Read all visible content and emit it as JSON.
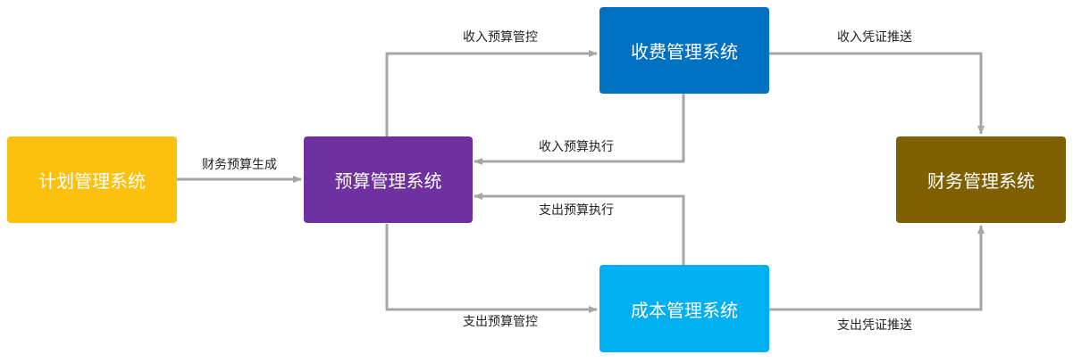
{
  "nodes": {
    "plan": {
      "label": "计划管理系统",
      "color": "#FCC10F"
    },
    "budget": {
      "label": "预算管理系统",
      "color": "#7031A0"
    },
    "fee": {
      "label": "收费管理系统",
      "color": "#0070C1"
    },
    "cost": {
      "label": "成本管理系统",
      "color": "#00B0F0"
    },
    "finance": {
      "label": "财务管理系统",
      "color": "#7F6000"
    }
  },
  "edges": {
    "plan_to_budget": "财务预算生成",
    "budget_to_fee": "收入预算管控",
    "fee_to_budget": "收入预算执行",
    "cost_to_budget": "支出预算执行",
    "budget_to_cost": "支出预算管控",
    "fee_to_finance": "收入凭证推送",
    "cost_to_finance": "支出凭证推送"
  },
  "line_color": "#A6A6A6"
}
